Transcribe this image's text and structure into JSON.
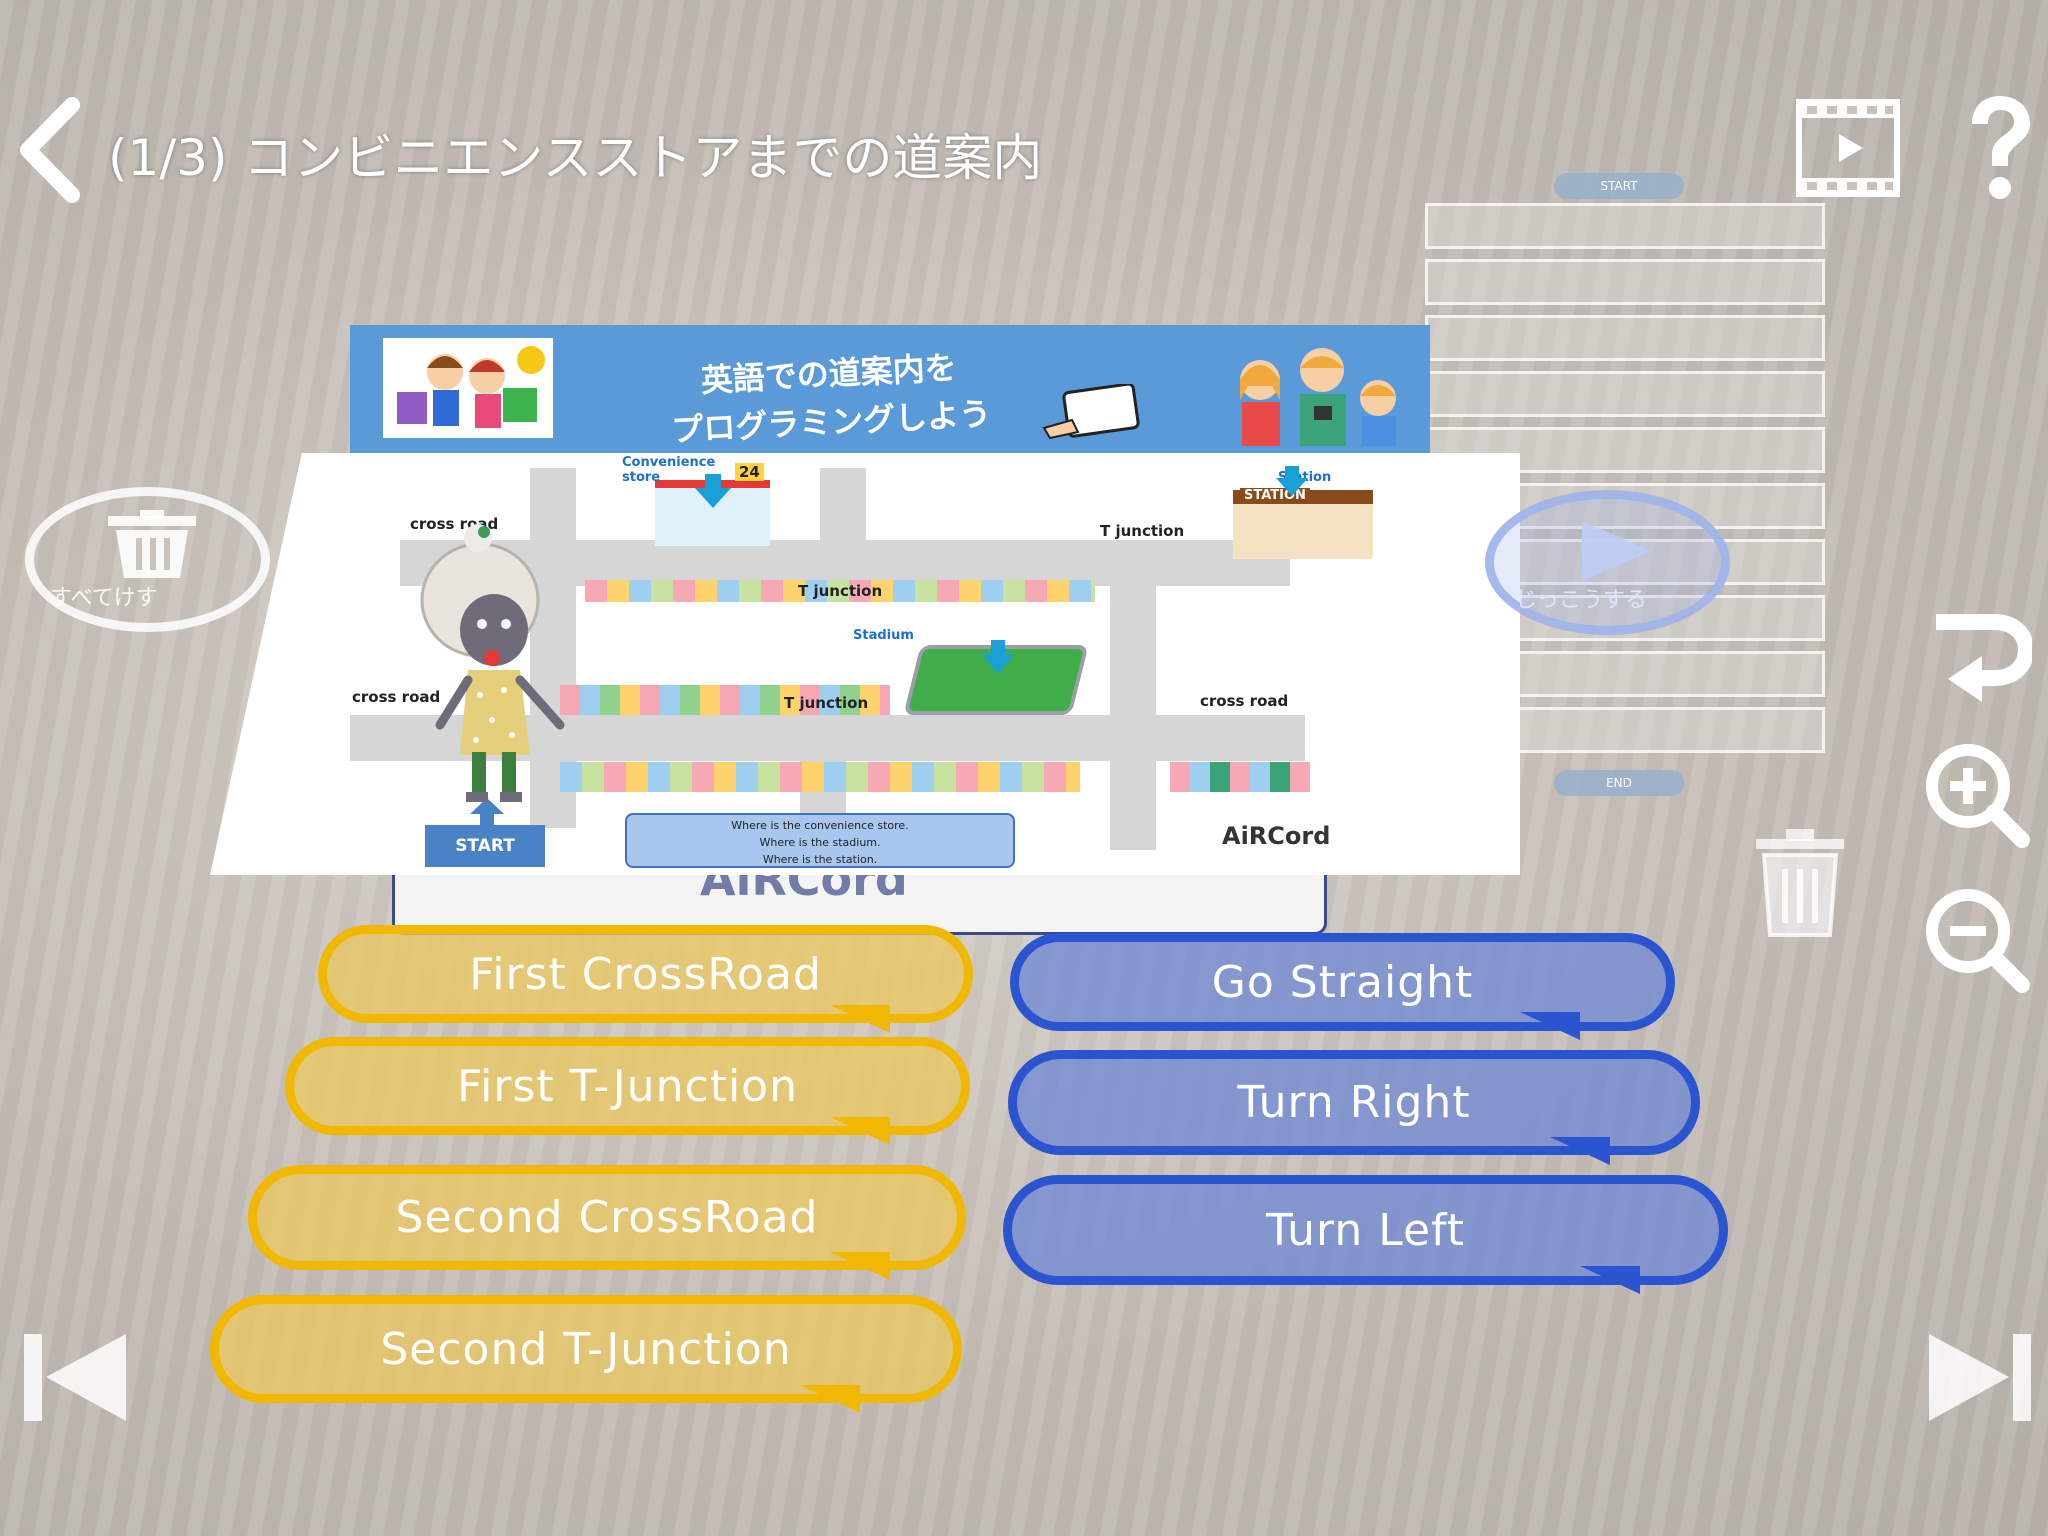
{
  "header": {
    "title": "(1/3) コンビニエンスストアまでの道案内"
  },
  "program_panel": {
    "start_label": "START",
    "end_label": "END",
    "slot_count": 10
  },
  "board": {
    "title_line1": "英語での道案内を",
    "title_line2": "プログラミングしよう",
    "labels": {
      "convenience_store": "Convenience store",
      "station": "Station",
      "station_sign": "STATION",
      "stadium": "Stadium",
      "cross_road_top": "cross road",
      "cross_road_left": "cross road",
      "cross_road_right": "cross road",
      "t_junction_top": "T junction",
      "t_junction_mid": "T junction",
      "t_junction_low": "T junction",
      "start": "START",
      "logo": "AiRCord",
      "store_number": "24"
    },
    "questions": [
      "Where is the convenience store.",
      "Where is the stadium.",
      "Where is the station."
    ],
    "card_logo": "AiRCord"
  },
  "controls": {
    "clear_all_label": "すべてけす",
    "run_label": "じっこうする"
  },
  "commands": {
    "places": [
      {
        "label": "First CrossRoad"
      },
      {
        "label": "First T-Junction"
      },
      {
        "label": "Second CrossRoad"
      },
      {
        "label": "Second T-Junction"
      }
    ],
    "actions": [
      {
        "label": "Go Straight"
      },
      {
        "label": "Turn Right"
      },
      {
        "label": "Turn Left"
      }
    ]
  },
  "colors": {
    "place_fill": "#eac862",
    "place_border": "#f0b800",
    "action_fill": "#758cd2",
    "action_border": "#2b55d0",
    "board_header": "#5b9ad9"
  },
  "icons": {
    "back": "chevron-left-icon",
    "video": "film-play-icon",
    "help": "question-icon",
    "trash": "trash-icon",
    "run": "play-icon",
    "undo": "undo-icon",
    "zoom_in": "zoom-in-icon",
    "zoom_out": "zoom-out-icon",
    "prev": "skip-back-icon",
    "next": "skip-forward-icon"
  }
}
